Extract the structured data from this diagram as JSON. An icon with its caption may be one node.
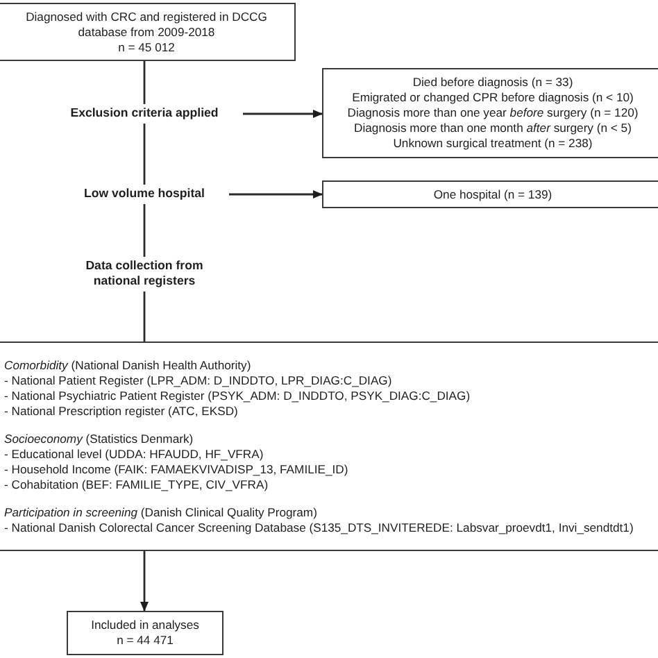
{
  "diagram": {
    "nodes": [
      {
        "text": [
          "Diagnosed with CRC and registered in DCCG database from 2009-2018",
          "n = 45 012"
        ]
      },
      {
        "text": [
          "Exclusion criteria applied"
        ]
      },
      {
        "text": [
          "Died before diagnosis (n = 33)",
          "Emigrated or changed CPR before diagnosis (n < 10)",
          "Diagnosis more than one year *before* surgery (n = 120)",
          "Diagnosis more than one month *after* surgery (n < 5)",
          "Unknown surgical treatment (n = 238)"
        ]
      },
      {
        "text": [
          "Low volume hospital"
        ]
      },
      {
        "text": [
          "One hospital (n = 139)"
        ]
      },
      {
        "text": [
          "Data collection from national registers"
        ]
      },
      {
        "text": [
          "*Comorbidity* (National Danish Health Authority)",
          "- National Patient Register (LPR_ADM: D_INDDTO, LPR_DIAG:C_DIAG)",
          "- National Psychiatric Patient Register (PSYK_ADM: D_INDDTO, PSYK_DIAG:C_DIAG)",
          "- National Prescription register (ATC, EKSD)",
          "*Socioeconomy* (Statistics Denmark)",
          "- Educational level (UDDA: HFAUDD, HF_VFRA)",
          "- Household Income (FAIK: FAMAEKVIVADISP_13, FAMILIE_ID)",
          "- Cohabitation (BEF: FAMILIE_TYPE, CIV_VFRA)",
          "*Participation in screening* (Danish Clinical Quality Program)",
          "- National Danish Colorectal Cancer Screening Database (S135_DTS_INVITEREDE: Labsvar_proevdt1, Invi_sendtdt1)"
        ]
      },
      {
        "text": [
          "Included in analyses",
          "n = 44 471"
        ]
      }
    ],
    "edges": [
      {
        "from": 0,
        "to": 1,
        "arrow": "none"
      },
      {
        "from": 1,
        "to": 3,
        "arrow": "none"
      },
      {
        "from": 3,
        "to": 5,
        "arrow": "none"
      },
      {
        "from": 5,
        "to": 6,
        "arrow": "none"
      },
      {
        "from": 6,
        "to": 7,
        "arrow": "to"
      },
      {
        "from": 1,
        "to": 2,
        "arrow": "to"
      },
      {
        "from": 3,
        "to": 4,
        "arrow": "to"
      }
    ]
  }
}
